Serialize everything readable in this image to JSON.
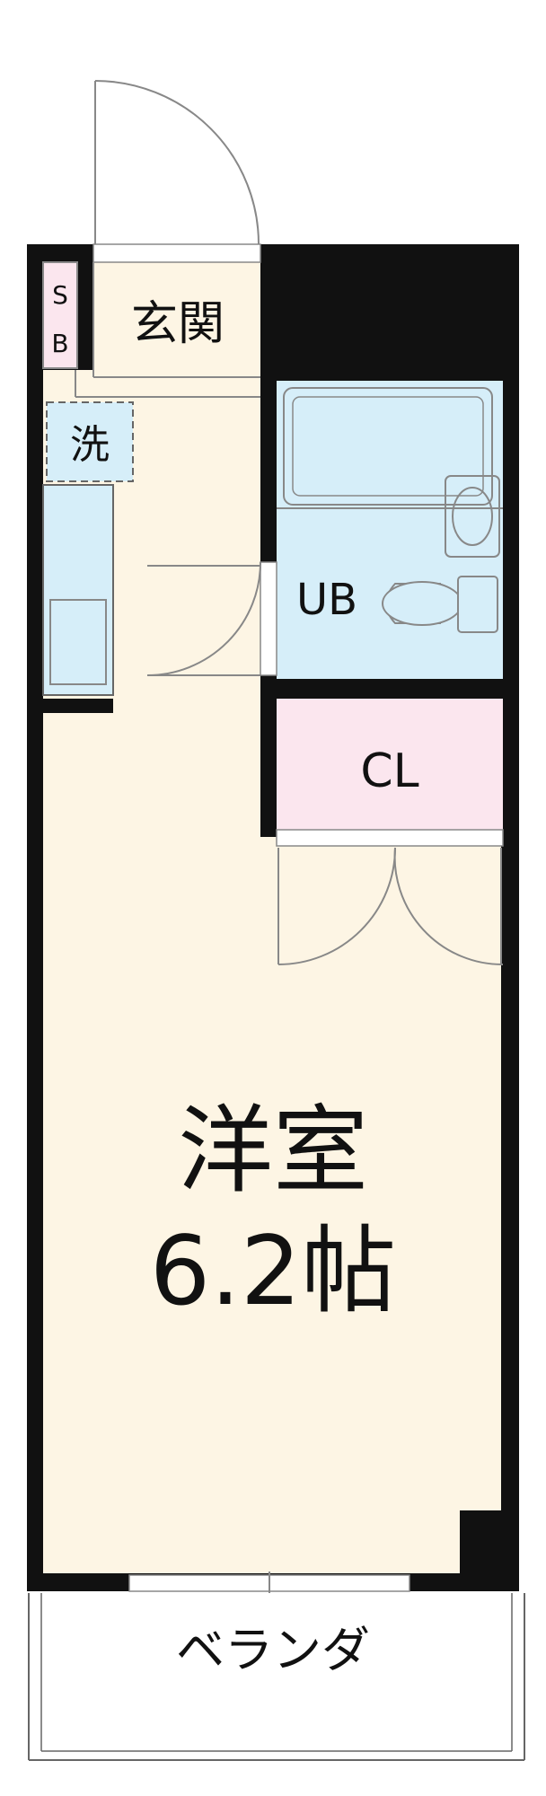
{
  "rooms": {
    "sb_top": "S",
    "sb_bottom": "B",
    "entrance": "玄関",
    "washer": "洗",
    "bath": "UB",
    "closet": "CL",
    "main_room": "洋室",
    "main_size": "6.2帖",
    "balcony": "ベランダ"
  },
  "colors": {
    "wall": "#111111",
    "floor": "#fdf5e4",
    "wet_area": "#d6eef9",
    "storage": "#fbe6ee",
    "outline": "#666666"
  }
}
